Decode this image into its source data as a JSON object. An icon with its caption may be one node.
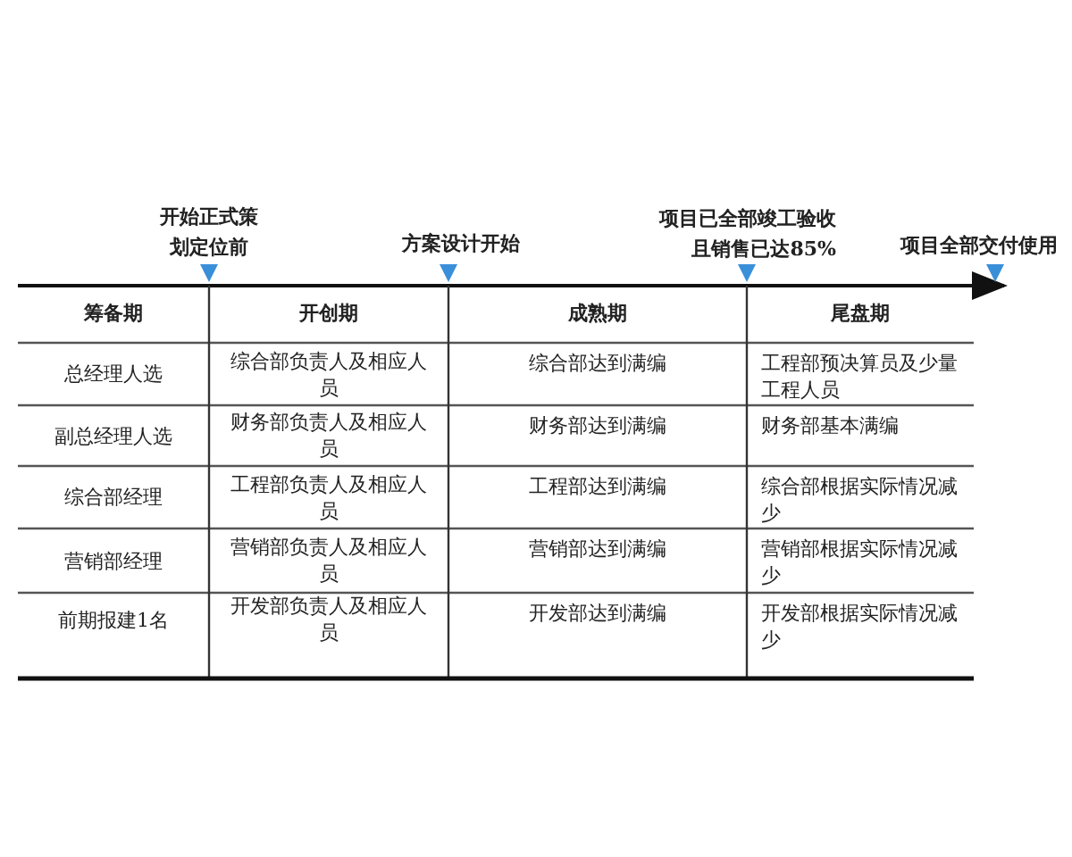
{
  "diagram": {
    "labels": [
      "开始正式策划定位前",
      "方案设计开始",
      "项目已全部竣工验收且销售已达85%",
      "项目全部交付使用",
      "筹备期",
      "开创期",
      "成熟期",
      "尾盘期",
      "总经理人选",
      "综合部负责人及相应人员",
      "综合部达到满编",
      "工程部预决算员及少量工程人员",
      "副总经理人选",
      "财务部负责人及相应人员",
      "财务部达到满编",
      "财务部基本满编",
      "综合部经理",
      "工程部负责人及相应人员",
      "工程部达到满编",
      "综合部根据实际情况减少",
      "营销部经理",
      "营销部负责人及相应人员",
      "营销部达到满编",
      "营销部根据实际情况减少",
      "前期报建1名",
      "开发部负责人及相应人员",
      "开发部达到满编",
      "开发部根据实际情况减少"
    ]
  }
}
